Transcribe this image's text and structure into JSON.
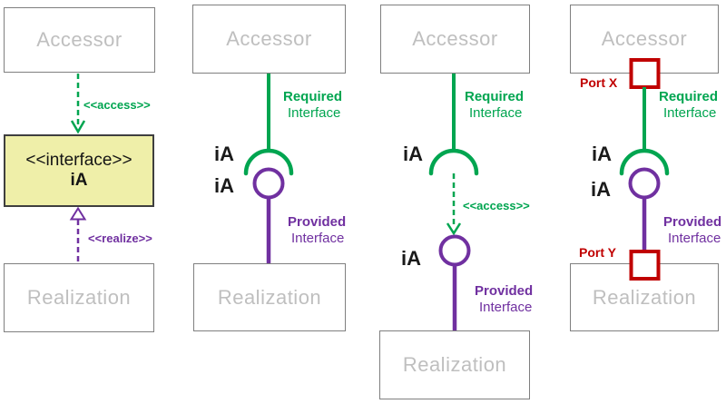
{
  "colors": {
    "green": "#00A550",
    "purple": "#7030A0",
    "red": "#C00000",
    "yellow_fill": "#EFEFA9",
    "yellow_border": "#3F3F3F",
    "box_border": "#7F7F7F",
    "box_text": "#BFBFBF",
    "ia_text": "#1A1A1A"
  },
  "diagrams": [
    {
      "accessor": "Accessor",
      "realization": "Realization",
      "interface_stereotype": "<<interface>>",
      "interface_name": "iA",
      "access_label": "<<access>>",
      "realize_label": "<<realize>>"
    },
    {
      "accessor": "Accessor",
      "realization": "Realization",
      "socket_name": "iA",
      "ball_name": "iA",
      "required_label": "Required",
      "required_sub": "Interface",
      "provided_label": "Provided",
      "provided_sub": "Interface"
    },
    {
      "accessor": "Accessor",
      "realization": "Realization",
      "socket_name": "iA",
      "ball_name": "iA",
      "access_label": "<<access>>",
      "required_label": "Required",
      "required_sub": "Interface",
      "provided_label": "Provided",
      "provided_sub": "Interface"
    },
    {
      "accessor": "Accessor",
      "realization": "Realization",
      "socket_name": "iA",
      "ball_name": "iA",
      "port_top": "Port X",
      "port_bottom": "Port Y",
      "required_label": "Required",
      "required_sub": "Interface",
      "provided_label": "Provided",
      "provided_sub": "Interface"
    }
  ]
}
